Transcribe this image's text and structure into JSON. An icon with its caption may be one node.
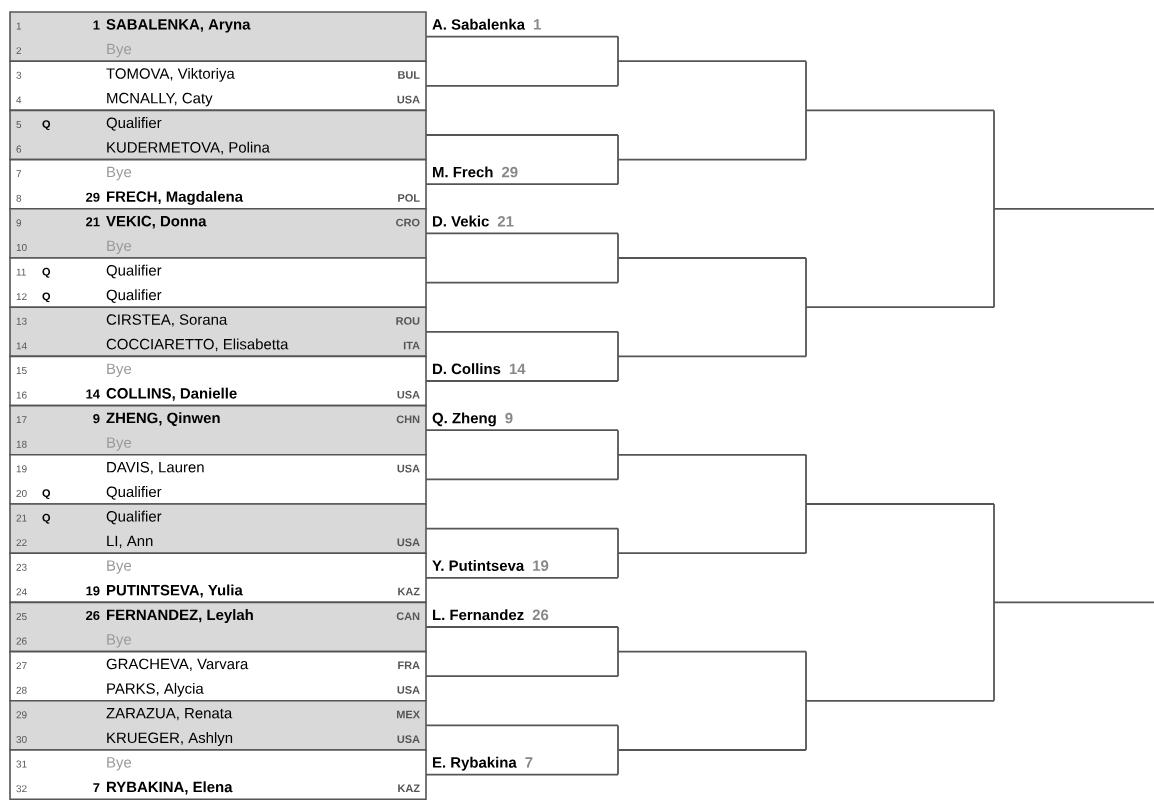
{
  "diagram": {
    "nodes": [
      {
        "text": [],
        "shape": "box"
      },
      {
        "text": [
          "1",
          "1",
          "SABALENKA, Aryna"
        ],
        "in": 0
      },
      {
        "text": [
          "2",
          "Bye"
        ],
        "in": 0
      },
      {
        "text": [],
        "shape": "box"
      },
      {
        "text": [
          "3",
          "TOMOVA, Viktoriya",
          "BUL"
        ],
        "in": 3
      },
      {
        "text": [
          "4",
          "MCNALLY, Caty",
          "USA"
        ],
        "in": 3
      },
      {
        "text": [],
        "shape": "box"
      },
      {
        "text": [
          "5",
          "Q",
          "Qualifier"
        ],
        "in": 6
      },
      {
        "text": [
          "6",
          "KUDERMETOVA, Polina"
        ],
        "in": 6
      },
      {
        "text": [],
        "shape": "box"
      },
      {
        "text": [
          "7",
          "Bye"
        ],
        "in": 9
      },
      {
        "text": [
          "8",
          "29",
          "FRECH, Magdalena",
          "POL"
        ],
        "in": 9
      },
      {
        "text": [],
        "shape": "box"
      },
      {
        "text": [
          "9",
          "21",
          "VEKIC, Donna",
          "CRO"
        ],
        "in": 12
      },
      {
        "text": [
          "10",
          "Bye"
        ],
        "in": 12
      },
      {
        "text": [],
        "shape": "box"
      },
      {
        "text": [
          "11",
          "Q",
          "Qualifier"
        ],
        "in": 15
      },
      {
        "text": [
          "12",
          "Q",
          "Qualifier"
        ],
        "in": 15
      },
      {
        "text": [],
        "shape": "box"
      },
      {
        "text": [
          "13",
          "CIRSTEA, Sorana",
          "ROU"
        ],
        "in": 18
      },
      {
        "text": [
          "14",
          "COCCIARETTO, Elisabetta",
          "ITA"
        ],
        "in": 18
      },
      {
        "text": [],
        "shape": "box"
      },
      {
        "text": [
          "15",
          "Bye"
        ],
        "in": 21
      },
      {
        "text": [
          "16",
          "14",
          "COLLINS, Danielle",
          "USA"
        ],
        "in": 21
      },
      {
        "text": [],
        "shape": "box"
      },
      {
        "text": [
          "17",
          "9",
          "ZHENG, Qinwen",
          "CHN"
        ],
        "in": 24
      },
      {
        "text": [
          "18",
          "Bye"
        ],
        "in": 24
      },
      {
        "text": [],
        "shape": "box"
      },
      {
        "text": [
          "19",
          "DAVIS, Lauren",
          "USA"
        ],
        "in": 27
      },
      {
        "text": [
          "20",
          "Q",
          "Qualifier"
        ],
        "in": 27
      },
      {
        "text": [],
        "shape": "box"
      },
      {
        "text": [
          "21",
          "Q",
          "Qualifier"
        ],
        "in": 30
      },
      {
        "text": [
          "22",
          "LI, Ann",
          "USA"
        ],
        "in": 30
      },
      {
        "text": [],
        "shape": "box"
      },
      {
        "text": [
          "23",
          "Bye"
        ],
        "in": 33
      },
      {
        "text": [
          "24",
          "19",
          "PUTINTSEVA, Yulia",
          "KAZ"
        ],
        "in": 33
      },
      {
        "text": [],
        "shape": "box"
      },
      {
        "text": [
          "25",
          "26",
          "FERNANDEZ, Leylah",
          "CAN"
        ],
        "in": 36
      },
      {
        "text": [
          "26",
          "Bye"
        ],
        "in": 36
      },
      {
        "text": [],
        "shape": "box"
      },
      {
        "text": [
          "27",
          "GRACHEVA, Varvara",
          "FRA"
        ],
        "in": 39
      },
      {
        "text": [
          "28",
          "PARKS, Alycia",
          "USA"
        ],
        "in": 39
      },
      {
        "text": [],
        "shape": "box"
      },
      {
        "text": [
          "29",
          "ZARAZUA, Renata",
          "MEX"
        ],
        "in": 42
      },
      {
        "text": [
          "30",
          "KRUEGER, Ashlyn",
          "USA"
        ],
        "in": 42
      },
      {
        "text": [],
        "shape": "box"
      },
      {
        "text": [
          "31",
          "Bye"
        ],
        "in": 45
      },
      {
        "text": [
          "32",
          "7",
          "RYBAKINA, Elena",
          "KAZ"
        ],
        "in": 45
      },
      {
        "text": [],
        "shape": "bar"
      },
      {
        "text": [],
        "shape": "bar"
      },
      {
        "text": [],
        "shape": "bar"
      },
      {
        "text": [],
        "shape": "bar"
      },
      {
        "text": [],
        "shape": "bar"
      },
      {
        "text": [],
        "shape": "bar"
      },
      {
        "text": [],
        "shape": "bar"
      },
      {
        "text": [],
        "shape": "bar"
      },
      {
        "text": [],
        "shape": "bar"
      },
      {
        "text": [],
        "shape": "bar"
      },
      {
        "text": [],
        "shape": "bar"
      },
      {
        "text": [],
        "shape": "bar"
      },
      {
        "text": [],
        "shape": "bar"
      },
      {
        "text": [],
        "shape": "bar"
      }
    ],
    "edges": [
      {
        "from": 0,
        "to": 48,
        "arrow": "none",
        "label": "A. Sabalenka"
      },
      {
        "from": 3,
        "to": 48,
        "arrow": "none"
      },
      {
        "from": 6,
        "to": 49,
        "arrow": "none"
      },
      {
        "from": 9,
        "to": 49,
        "arrow": "none",
        "label": "M. Frech"
      },
      {
        "from": 12,
        "to": 50,
        "arrow": "none",
        "label": "D. Vekic"
      },
      {
        "from": 15,
        "to": 50,
        "arrow": "none"
      },
      {
        "from": 18,
        "to": 51,
        "arrow": "none"
      },
      {
        "from": 21,
        "to": 51,
        "arrow": "none",
        "label": "D. Collins"
      },
      {
        "from": 24,
        "to": 52,
        "arrow": "none",
        "label": "Q. Zheng"
      },
      {
        "from": 27,
        "to": 52,
        "arrow": "none"
      },
      {
        "from": 30,
        "to": 53,
        "arrow": "none"
      },
      {
        "from": 33,
        "to": 53,
        "arrow": "none",
        "label": "Y. Putintseva"
      },
      {
        "from": 36,
        "to": 54,
        "arrow": "none",
        "label": "L. Fernandez"
      },
      {
        "from": 39,
        "to": 54,
        "arrow": "none"
      },
      {
        "from": 42,
        "to": 55,
        "arrow": "none"
      },
      {
        "from": 45,
        "to": 55,
        "arrow": "none",
        "label": "E. Rybakina"
      },
      {
        "from": 48,
        "to": 56,
        "arrow": "none"
      },
      {
        "from": 49,
        "to": 56,
        "arrow": "none"
      },
      {
        "from": 50,
        "to": 57,
        "arrow": "none"
      },
      {
        "from": 51,
        "to": 57,
        "arrow": "none"
      },
      {
        "from": 52,
        "to": 58,
        "arrow": "none"
      },
      {
        "from": 53,
        "to": 58,
        "arrow": "none"
      },
      {
        "from": 54,
        "to": 59,
        "arrow": "none"
      },
      {
        "from": 55,
        "to": 59,
        "arrow": "none"
      },
      {
        "from": 56,
        "to": 60,
        "arrow": "none"
      },
      {
        "from": 57,
        "to": 60,
        "arrow": "none"
      },
      {
        "from": 58,
        "to": 61,
        "arrow": "none"
      },
      {
        "from": 59,
        "to": 61,
        "arrow": "none"
      },
      {
        "from": 60,
        "to": null,
        "arrow": "none"
      },
      {
        "from": 61,
        "to": null,
        "arrow": "none"
      }
    ],
    "labels": [
      "1",
      "29",
      "21",
      "14",
      "9",
      "19",
      "26",
      "7"
    ]
  }
}
